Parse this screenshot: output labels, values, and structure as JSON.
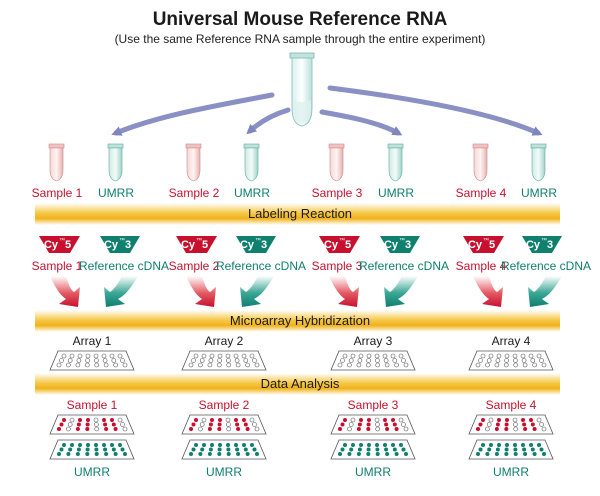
{
  "title": "Universal Mouse Reference RNA",
  "subtitle": "(Use the same Reference RNA sample through the entire experiment)",
  "stages": {
    "labeling": "Labeling Reaction",
    "hybridization": "Microarray Hybridization",
    "analysis": "Data Analysis"
  },
  "columns": [
    {
      "sample": "Sample 1",
      "umrr": "UMRR",
      "cy5": "Cy",
      "cy5_num": "5",
      "cy3": "Cy",
      "cy3_num": "3",
      "tm": "™",
      "ref": "Reference cDNA",
      "array": "Array 1",
      "result_top": "Sample 1",
      "result_bottom": "UMRR"
    },
    {
      "sample": "Sample 2",
      "umrr": "UMRR",
      "cy5": "Cy",
      "cy5_num": "5",
      "cy3": "Cy",
      "cy3_num": "3",
      "tm": "™",
      "ref": "Reference cDNA",
      "array": "Array 2",
      "result_top": "Sample 2",
      "result_bottom": "UMRR"
    },
    {
      "sample": "Sample 3",
      "umrr": "UMRR",
      "cy5": "Cy",
      "cy5_num": "5",
      "cy3": "Cy",
      "cy3_num": "3",
      "tm": "™",
      "ref": "Reference cDNA",
      "array": "Array 3",
      "result_top": "Sample 3",
      "result_bottom": "UMRR"
    },
    {
      "sample": "Sample 4",
      "umrr": "UMRR",
      "cy5": "Cy",
      "cy5_num": "5",
      "cy3": "Cy",
      "cy3_num": "3",
      "tm": "™",
      "ref": "Reference cDNA",
      "array": "Array 4",
      "result_top": "Sample 4",
      "result_bottom": "UMRR"
    }
  ],
  "colors": {
    "sample_red": "#c8102e",
    "umrr_teal": "#0f7f6e",
    "band_gold": "#f2b51c",
    "arrow_blue": "#8a90c4"
  }
}
